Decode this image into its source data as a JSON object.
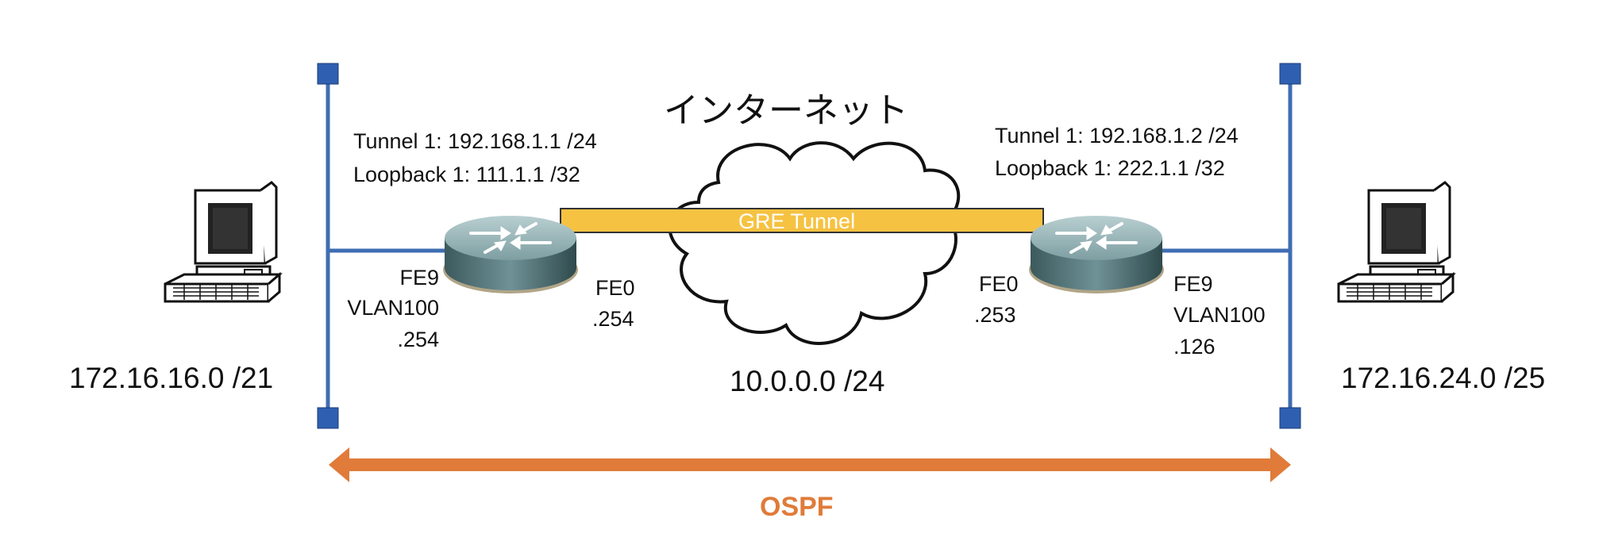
{
  "title": "インターネット",
  "cloud_network": "10.0.0.0 /24",
  "tunnel_label": "GRE Tunnel",
  "protocol_label": "OSPF",
  "colors": {
    "segment_line": "#3f6db3",
    "segment_endcap": "#2f5fb0",
    "tunnel_fill": "#f6c242",
    "tunnel_border": "#333333",
    "ospf": "#e07b39",
    "router": "#4b6f73"
  },
  "left_site": {
    "network": "172.16.16.0 /21",
    "host_icon": "desktop-computer-icon",
    "router": {
      "icon": "router-icon",
      "tunnel": "Tunnel 1: 192.168.1.1 /24",
      "loopback": "Loopback 1: 111.1.1 /32",
      "lan_if": "FE9",
      "lan_vlan": "VLAN100",
      "lan_ip": ".254",
      "wan_if": "FE0",
      "wan_ip": ".254"
    }
  },
  "right_site": {
    "network": "172.16.24.0 /25",
    "host_icon": "desktop-computer-icon",
    "router": {
      "icon": "router-icon",
      "tunnel": "Tunnel 1: 192.168.1.2 /24",
      "loopback": "Loopback 1: 222.1.1 /32",
      "lan_if": "FE9",
      "lan_vlan": "VLAN100",
      "lan_ip": ".126",
      "wan_if": "FE0",
      "wan_ip": ".253"
    }
  }
}
